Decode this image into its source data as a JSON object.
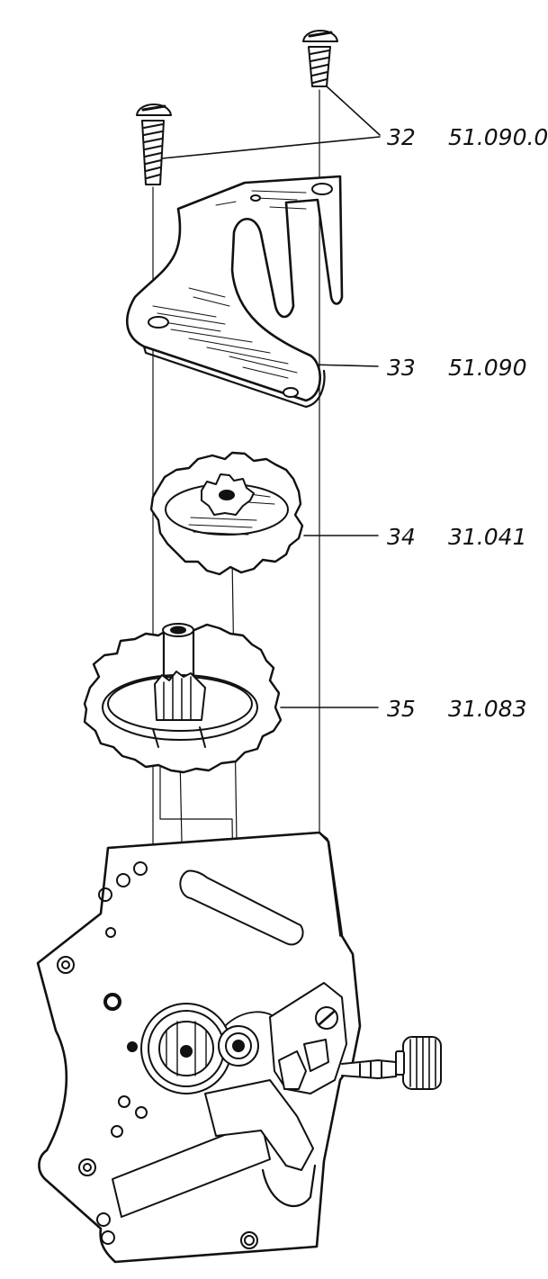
{
  "parts": [
    {
      "ref": "32",
      "code": "51.090.0",
      "name": "screw"
    },
    {
      "ref": "33",
      "code": "51.090",
      "name": "bridge-plate"
    },
    {
      "ref": "34",
      "code": "31.041",
      "name": "small-wheel"
    },
    {
      "ref": "35",
      "code": "31.083",
      "name": "large-wheel"
    }
  ],
  "colors": {
    "ink": "#111111",
    "background": "#ffffff"
  }
}
